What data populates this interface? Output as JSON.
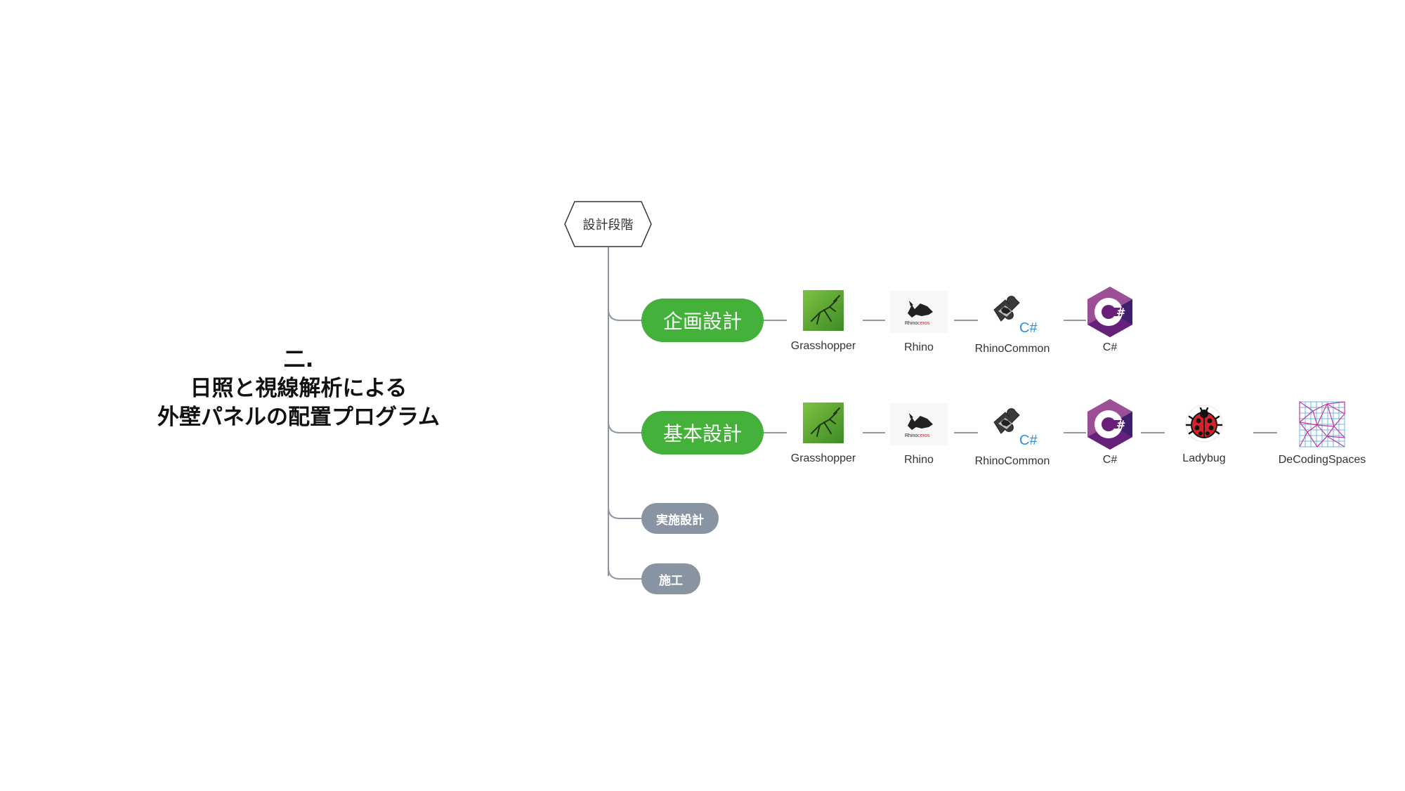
{
  "title": {
    "line1": "二.",
    "line2": "日照と視線解析による",
    "line3": "外壁パネルの配置プログラム"
  },
  "root": {
    "label": "設計段階"
  },
  "stages": [
    {
      "label": "企画設計",
      "state": "active",
      "tools": [
        {
          "label": "Grasshopper",
          "icon": "grasshopper-icon"
        },
        {
          "label": "Rhino",
          "icon": "rhino-icon"
        },
        {
          "label": "RhinoCommon",
          "icon": "rhinocommon-icon"
        },
        {
          "label": "C#",
          "icon": "csharp-icon"
        }
      ]
    },
    {
      "label": "基本設計",
      "state": "active",
      "tools": [
        {
          "label": "Grasshopper",
          "icon": "grasshopper-icon"
        },
        {
          "label": "Rhino",
          "icon": "rhino-icon"
        },
        {
          "label": "RhinoCommon",
          "icon": "rhinocommon-icon"
        },
        {
          "label": "C#",
          "icon": "csharp-icon"
        },
        {
          "label": "Ladybug",
          "icon": "ladybug-icon"
        },
        {
          "label": "DeCodingSpaces",
          "icon": "decodingspaces-icon"
        }
      ]
    },
    {
      "label": "実施設計",
      "state": "inactive",
      "tools": []
    },
    {
      "label": "施工",
      "state": "inactive",
      "tools": []
    }
  ],
  "icon_texts": {
    "rhino_wordmark_a": "Rhino",
    "rhino_wordmark_b": "ceros",
    "csharp_badge": "C#",
    "csharp_hash": "#"
  },
  "colors": {
    "active_stage": "#44b13a",
    "inactive_stage": "#8994a3",
    "connector": "#8e96a3",
    "csharp_purple": "#68217a",
    "csharp_dark": "#3c1f6e",
    "grasshopper_green": "#5aa530",
    "ladybug_red": "#d6232a"
  }
}
